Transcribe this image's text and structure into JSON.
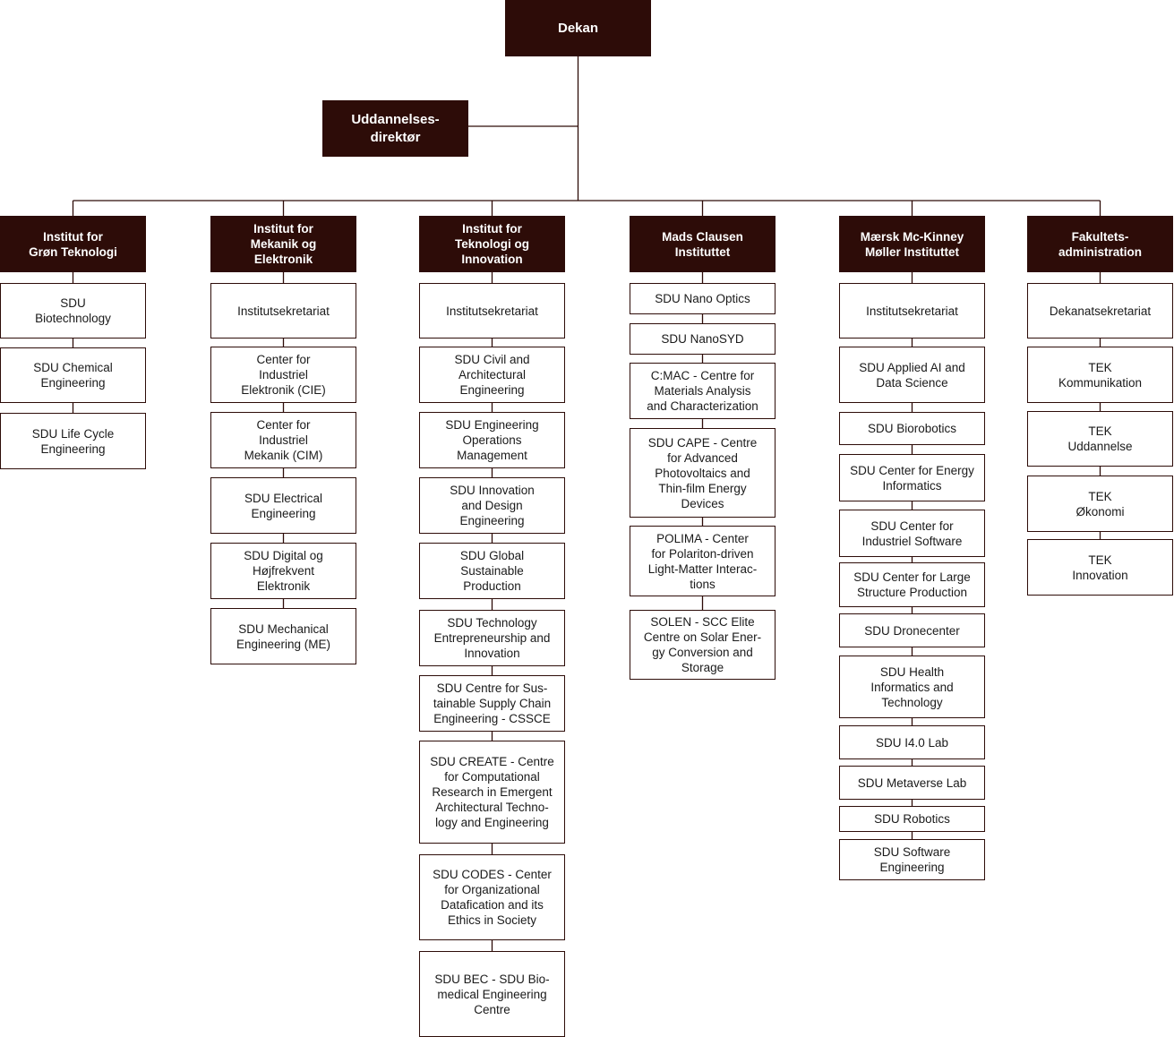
{
  "colors": {
    "header_fill": "#2d0c08",
    "unit_border": "#2d0c08",
    "connector": "#2d0c08"
  },
  "top": {
    "dean": "Dekan",
    "education_director": "Uddannelses-\ndirektør"
  },
  "departments": [
    {
      "title": "Institut for\nGrøn Teknologi",
      "units": [
        "SDU\nBiotechnology",
        "SDU Chemical\nEngineering",
        "SDU Life Cycle\nEngineering"
      ]
    },
    {
      "title": "Institut for\nMekanik og\nElektronik",
      "units": [
        "Institutsekretariat",
        "Center for\nIndustriel\nElektronik (CIE)",
        "Center for\nIndustriel\nMekanik (CIM)",
        "SDU Electrical\nEngineering",
        "SDU Digital og\nHøjfrekvent\nElektronik",
        "SDU Mechanical\nEngineering (ME)"
      ]
    },
    {
      "title": "Institut for\nTeknologi og\nInnovation",
      "units": [
        "Institutsekretariat",
        "SDU Civil and\nArchitectural\nEngineering",
        "SDU Engineering\nOperations\nManagement",
        "SDU Innovation\nand Design\nEngineering",
        "SDU Global\nSustainable\nProduction",
        "SDU Technology\nEntrepreneurship and\nInnovation",
        "SDU Centre for Sus-\ntainable Supply Chain\nEngineering - CSSCE",
        "SDU CREATE - Centre\nfor Computational\nResearch in Emergent\nArchitectural Techno-\nlogy and Engineering",
        "SDU CODES - Center\nfor Organizational\nDatafication and its\nEthics in Society",
        "SDU BEC - SDU Bio-\nmedical Engineering\nCentre"
      ]
    },
    {
      "title": "Mads Clausen\nInstituttet",
      "units": [
        "SDU Nano Optics",
        "SDU NanoSYD",
        "C:MAC - Centre for\nMaterials Analysis\nand Characterization",
        "SDU CAPE - Centre\nfor Advanced\nPhotovoltaics and\nThin-film Energy\nDevices",
        "POLIMA - Center\nfor Polariton-driven\nLight-Matter Interac-\ntions",
        "SOLEN - SCC Elite\nCentre on Solar Ener-\ngy Conversion and\nStorage"
      ]
    },
    {
      "title": "Mærsk Mc-Kinney\nMøller Instituttet",
      "units": [
        "Institutsekretariat",
        "SDU Applied AI and\nData Science",
        "SDU Biorobotics",
        "SDU Center for Energy\nInformatics",
        "SDU Center for\nIndustriel Software",
        "SDU Center for Large\nStructure Production",
        "SDU Dronecenter",
        "SDU Health\nInformatics and\nTechnology",
        "SDU I4.0 Lab",
        "SDU Metaverse Lab",
        "SDU Robotics",
        "SDU Software\nEngineering"
      ]
    },
    {
      "title": "Fakultets-\nadministration",
      "units": [
        "Dekanatsekretariat",
        "TEK\nKommunikation",
        "TEK\nUddannelse",
        "TEK\nØkonomi",
        "TEK\nInnovation"
      ]
    }
  ]
}
